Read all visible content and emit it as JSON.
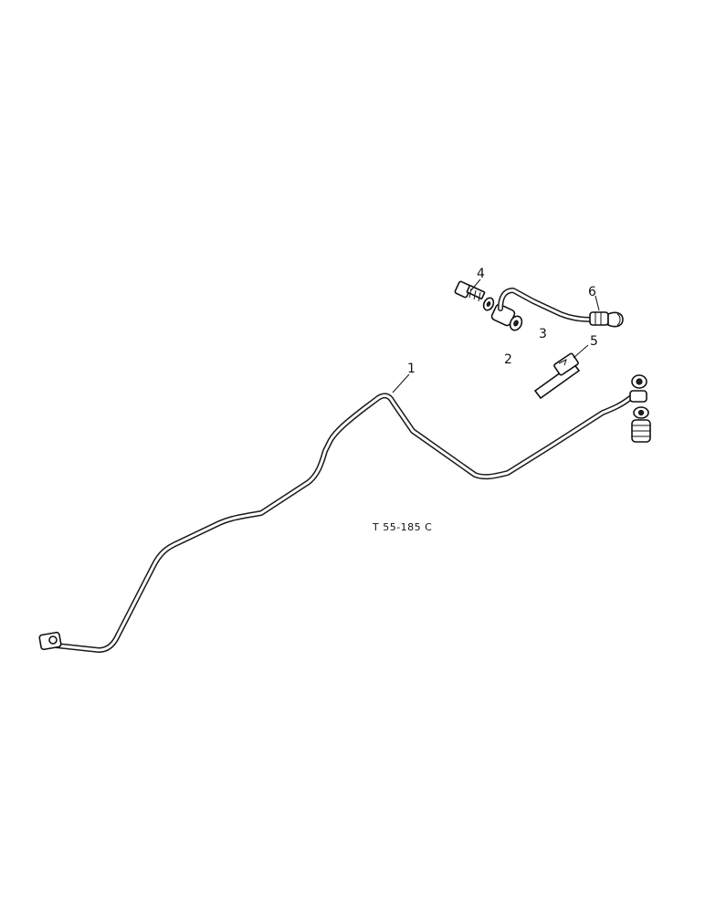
{
  "diagram": {
    "drawing_code": "T 55-185 C",
    "callouts": [
      {
        "id": "callout-1",
        "label": "1"
      },
      {
        "id": "callout-2",
        "label": "2"
      },
      {
        "id": "callout-3",
        "label": "3"
      },
      {
        "id": "callout-4",
        "label": "4"
      },
      {
        "id": "callout-5",
        "label": "5"
      },
      {
        "id": "callout-6",
        "label": "6"
      }
    ]
  }
}
